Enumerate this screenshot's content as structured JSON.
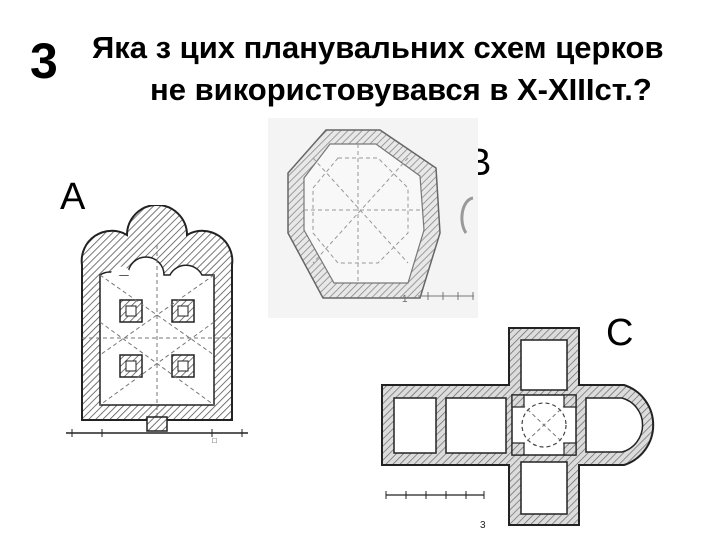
{
  "question": {
    "number": "3",
    "line1": "Яка з цих планувальних схем церков",
    "line2": "не використовувався в Х-ХІІІст.?"
  },
  "options": {
    "a": "A",
    "b": "B",
    "c": "C"
  },
  "plans": {
    "b_scale_label": "1",
    "c_number": "3"
  },
  "colors": {
    "text": "#000000",
    "wall_hatch": "#888888",
    "plan_b_background": "#f4f4f4"
  }
}
